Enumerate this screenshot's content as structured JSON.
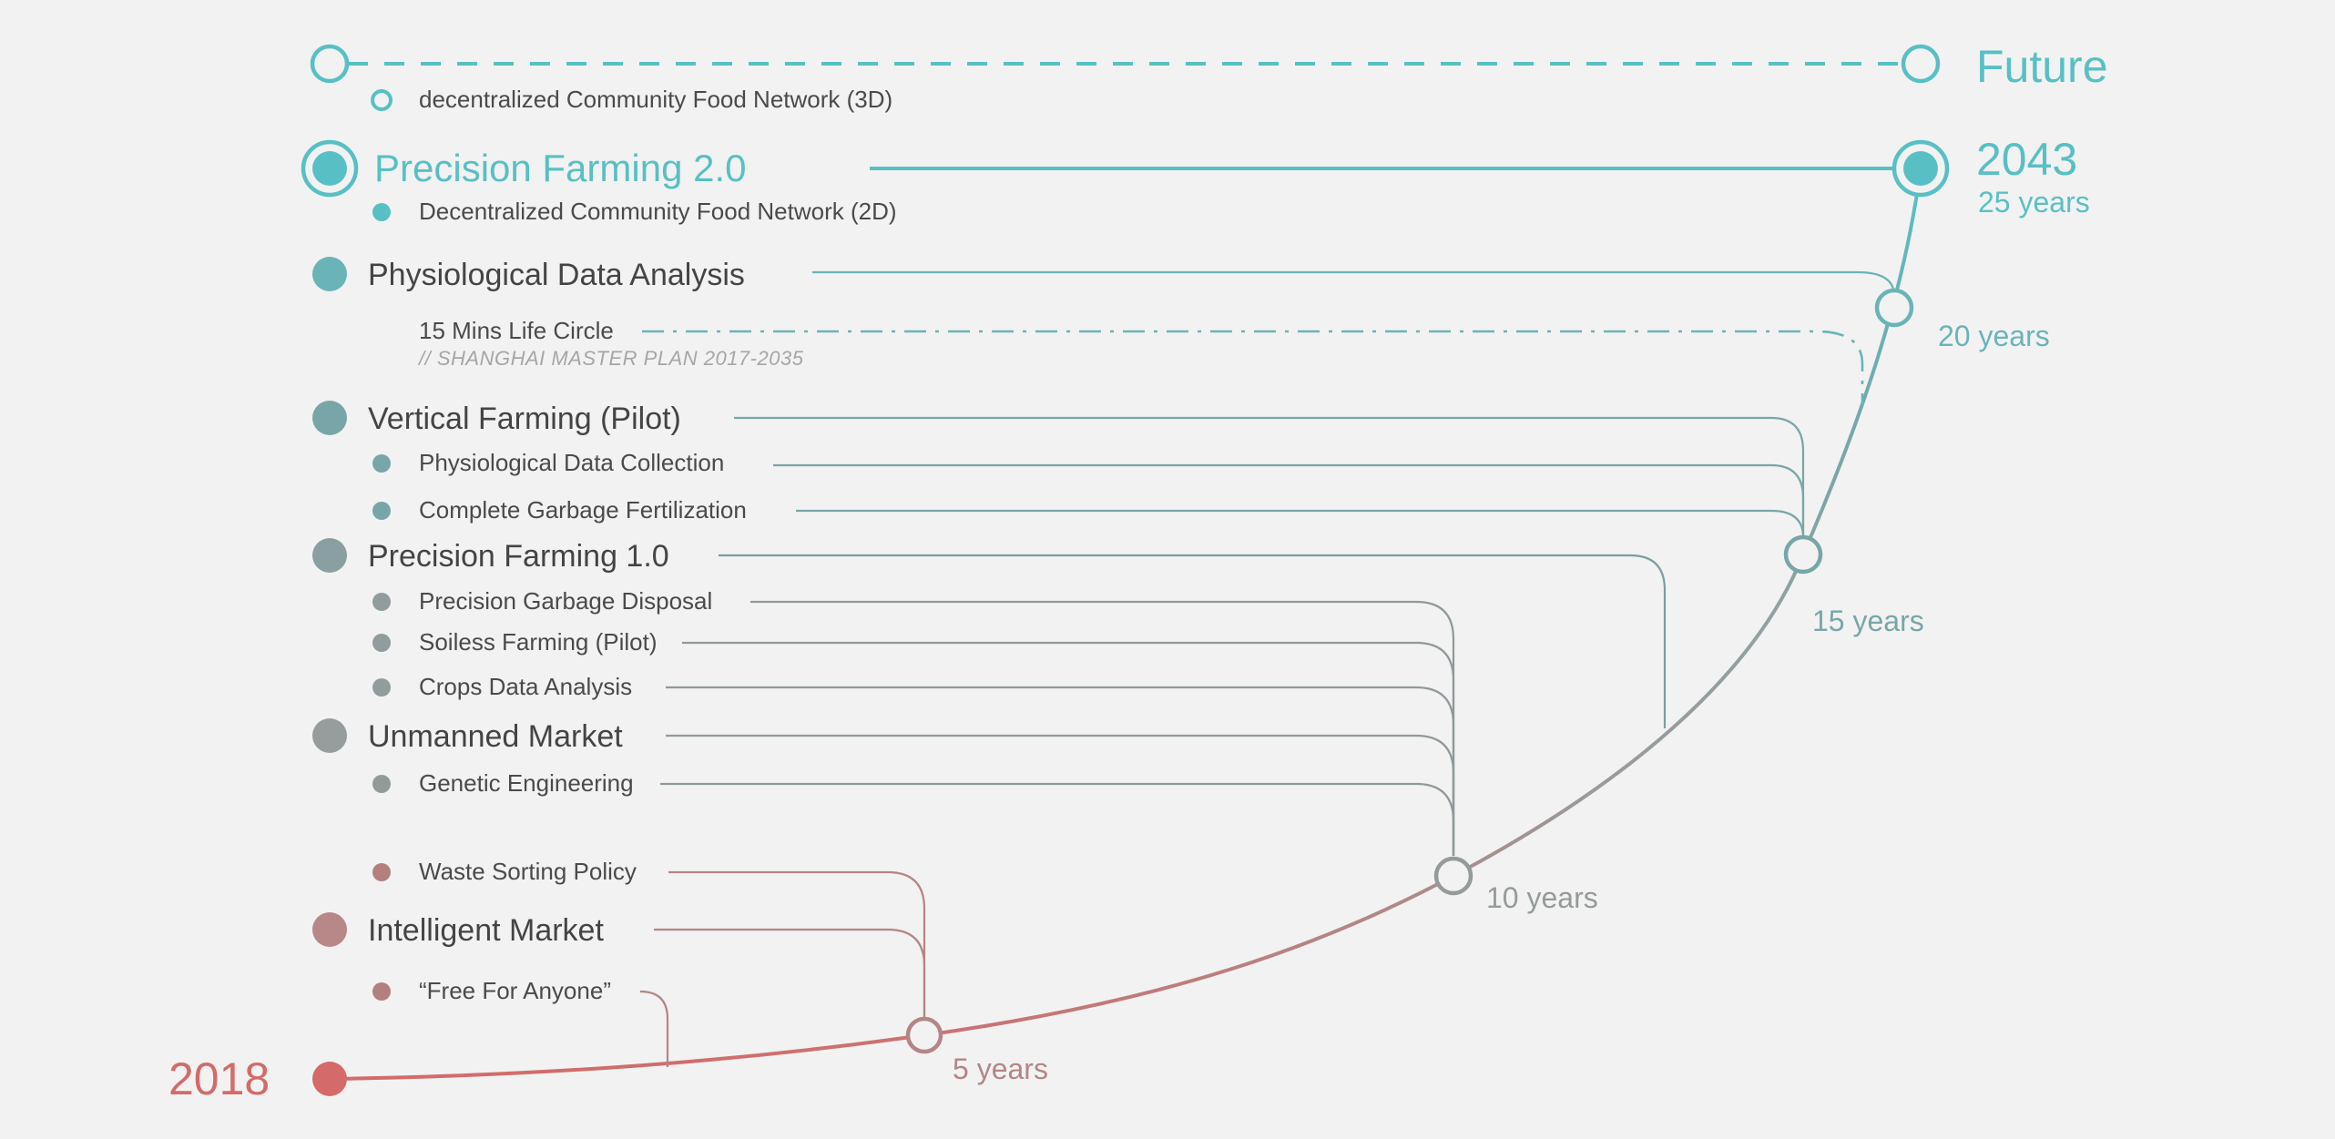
{
  "start_year": "2018",
  "end_year": "2043",
  "future_label": "Future",
  "end_duration": "25 years",
  "milestones": [
    {
      "label": "5 years"
    },
    {
      "label": "10 years"
    },
    {
      "label": "15 years"
    },
    {
      "label": "20 years"
    }
  ],
  "items": {
    "future_sub": "decentralized Community Food Network (3D)",
    "pf2": "Precision Farming 2.0",
    "dcfn2d": "Decentralized Community Food Network (2D)",
    "physio_analysis": "Physiological Data Analysis",
    "life_circle": "15 Mins Life Circle",
    "master_plan": "// SHANGHAI MASTER PLAN 2017-2035",
    "vertical_farming": "Vertical Farming (Pilot)",
    "physio_collection": "Physiological Data Collection",
    "garbage_fert": "Complete Garbage Fertilization",
    "pf1": "Precision Farming 1.0",
    "garbage_disposal": "Precision Garbage Disposal",
    "soilless": "Soiless Farming (Pilot)",
    "crops_data": "Crops Data Analysis",
    "unmanned": "Unmanned Market",
    "genetic": "Genetic Engineering",
    "waste_sorting": "Waste Sorting Policy",
    "intelligent": "Intelligent Market",
    "free": "“Free For Anyone”"
  },
  "colors": {
    "teal": "#58c0c4",
    "teal_mid": "#6ab4b8",
    "slate": "#78a6a8",
    "grey": "#8f9a9a",
    "mauve": "#b48585",
    "red": "#d46a6a",
    "text": "#444444"
  }
}
